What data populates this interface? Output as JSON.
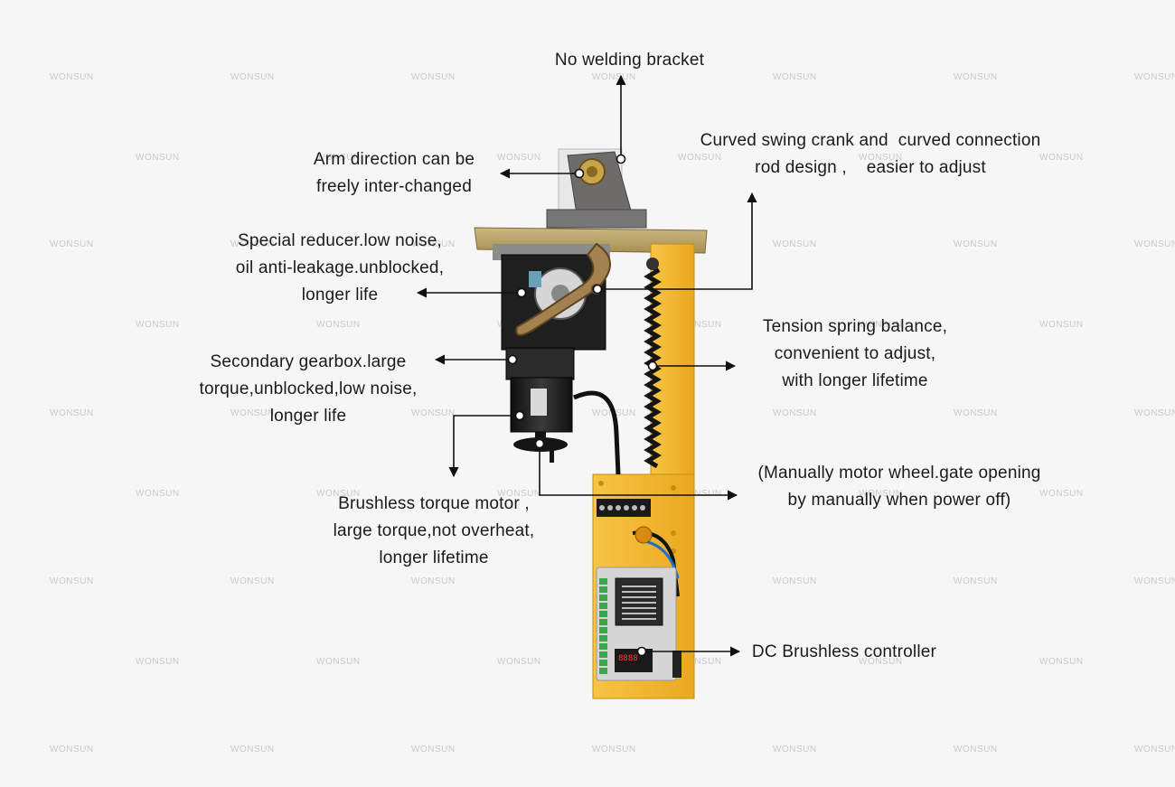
{
  "watermark": "WONSUN",
  "colors": {
    "background": "#f6f6f6",
    "frame_yellow": "#f5b731",
    "plate_gold": "#b9a36a",
    "motor_black": "#1e1e1e",
    "crank_bronze": "#9a7a4a",
    "controller_gray": "#d9d9d9",
    "arrow": "#111111"
  },
  "labels": {
    "no_welding": [
      "No welding bracket"
    ],
    "arm_direction": [
      "Arm direction can be",
      "freely inter-changed"
    ],
    "curved_swing": [
      "Curved swing crank and  curved connection",
      "rod design ,    easier to adjust"
    ],
    "special_reducer": [
      "Special reducer.low noise,",
      "oil anti-leakage.unblocked,",
      "longer life"
    ],
    "tension_spring": [
      "Tension spring balance,",
      "convenient to adjust,",
      "with longer lifetime"
    ],
    "secondary_gearbox": [
      "Secondary gearbox.large",
      "torque,unblocked,low noise,",
      "longer life"
    ],
    "manual_wheel": [
      "(Manually motor wheel.gate opening",
      "by manually when power off)"
    ],
    "brushless_motor": [
      "Brushless torque motor ,",
      "large torque,not overheat,",
      "longer lifetime"
    ],
    "dc_controller": [
      "DC Brushless controller"
    ]
  }
}
